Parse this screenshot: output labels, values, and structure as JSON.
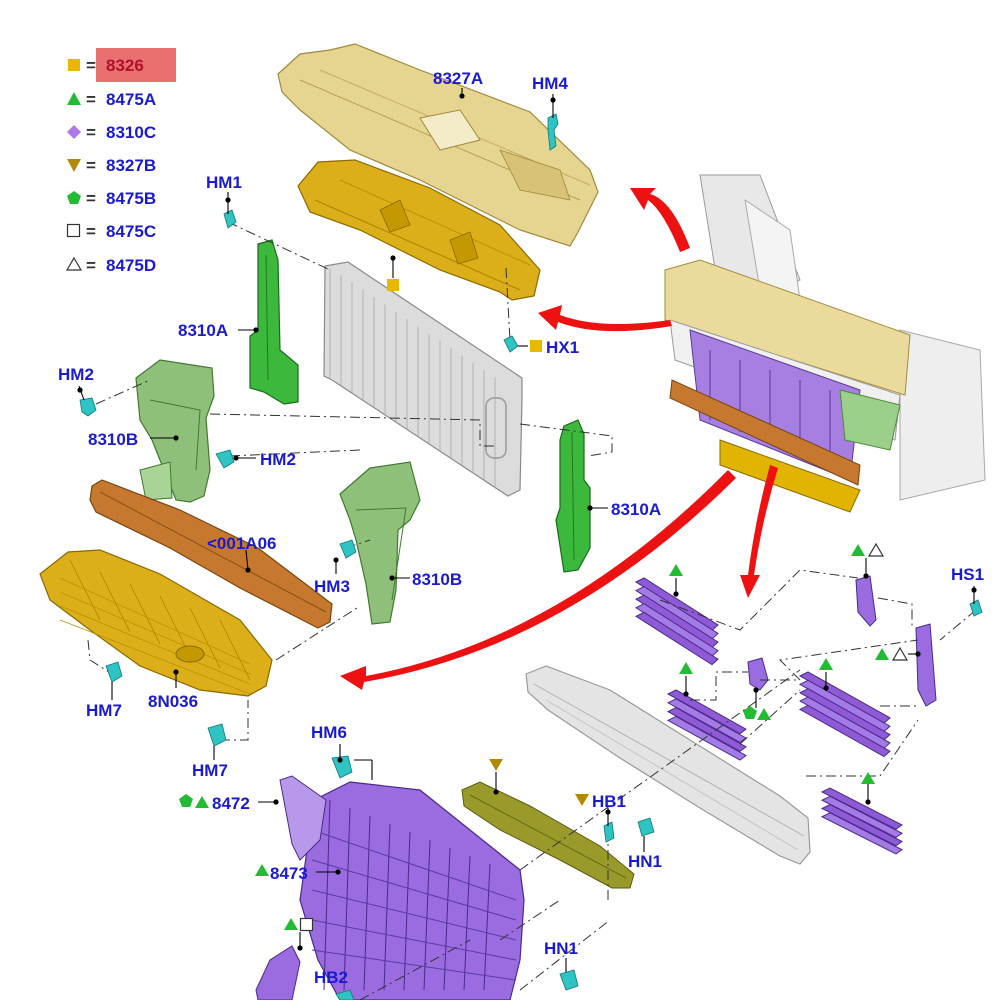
{
  "legend": [
    {
      "symbol": "square",
      "color": "#e8b800",
      "code": "8326",
      "highlighted": true
    },
    {
      "symbol": "triangle-up",
      "color": "#22bb33",
      "code": "8475A"
    },
    {
      "symbol": "diamond",
      "color": "#b07ae6",
      "code": "8310C"
    },
    {
      "symbol": "triangle-down",
      "color": "#b08a00",
      "code": "8327B"
    },
    {
      "symbol": "pentagon",
      "color": "#22bb33",
      "code": "8475B"
    },
    {
      "symbol": "square-outline",
      "color": "#333333",
      "code": "8475C"
    },
    {
      "symbol": "triangle-outline",
      "color": "#333333",
      "code": "8475D"
    }
  ],
  "legend_separator": "=",
  "labels": {
    "p8327A": "8327A",
    "hm4": "HM4",
    "hm1": "HM1",
    "p8310A_left": "8310A",
    "hx1": "HX1",
    "hm2_left": "HM2",
    "p8310B_left": "8310B",
    "hm2_right": "HM2",
    "p001A06": "<001A06",
    "hm3": "HM3",
    "p8310B_mid": "8310B",
    "p8310A_right": "8310A",
    "hm7_left": "HM7",
    "p8N036": "8N036",
    "hm7_mid": "HM7",
    "hs1": "HS1",
    "hm6": "HM6",
    "p8472": "8472",
    "hb1": "HB1",
    "hn1_upper": "HN1",
    "p8473": "8473",
    "hn1_lower": "HN1",
    "hb2": "HB2"
  },
  "colors": {
    "label_blue": "#1a1ad0",
    "arrow_red": "#ee1111",
    "shield_yellow": "#e6c84c",
    "panel_gold": "#d9a400",
    "deflector_green": "#3cb83c",
    "bracket_green": "#8fc07a",
    "beam_orange": "#c6782e",
    "shutter_purple": "#8e5ad6",
    "radiator_grey": "#cfcfcf",
    "highlight_red": "#e87070"
  }
}
